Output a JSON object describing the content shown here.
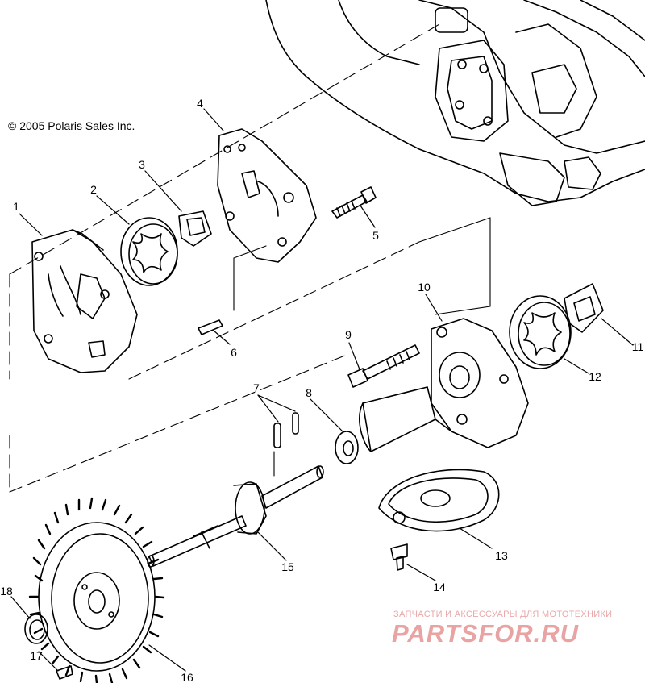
{
  "copyright": "© 2005 Polaris Sales Inc.",
  "callouts": [
    {
      "id": "1",
      "label": "1"
    },
    {
      "id": "2",
      "label": "2"
    },
    {
      "id": "3",
      "label": "3"
    },
    {
      "id": "4",
      "label": "4"
    },
    {
      "id": "5",
      "label": "5"
    },
    {
      "id": "6",
      "label": "6"
    },
    {
      "id": "7",
      "label": "7"
    },
    {
      "id": "8",
      "label": "8"
    },
    {
      "id": "9",
      "label": "9"
    },
    {
      "id": "10",
      "label": "10"
    },
    {
      "id": "11",
      "label": "11"
    },
    {
      "id": "12",
      "label": "12"
    },
    {
      "id": "13",
      "label": "13"
    },
    {
      "id": "14",
      "label": "14"
    },
    {
      "id": "15",
      "label": "15"
    },
    {
      "id": "16",
      "label": "16"
    },
    {
      "id": "17",
      "label": "17"
    },
    {
      "id": "18",
      "label": "18"
    }
  ],
  "watermark": {
    "tagline": "ЗАПЧАСТИ И АКСЕССУАРЫ ДЛЯ МОТОТЕХНИКИ",
    "logo": "PARTSFOR.RU",
    "color": "#e9a3a3"
  }
}
